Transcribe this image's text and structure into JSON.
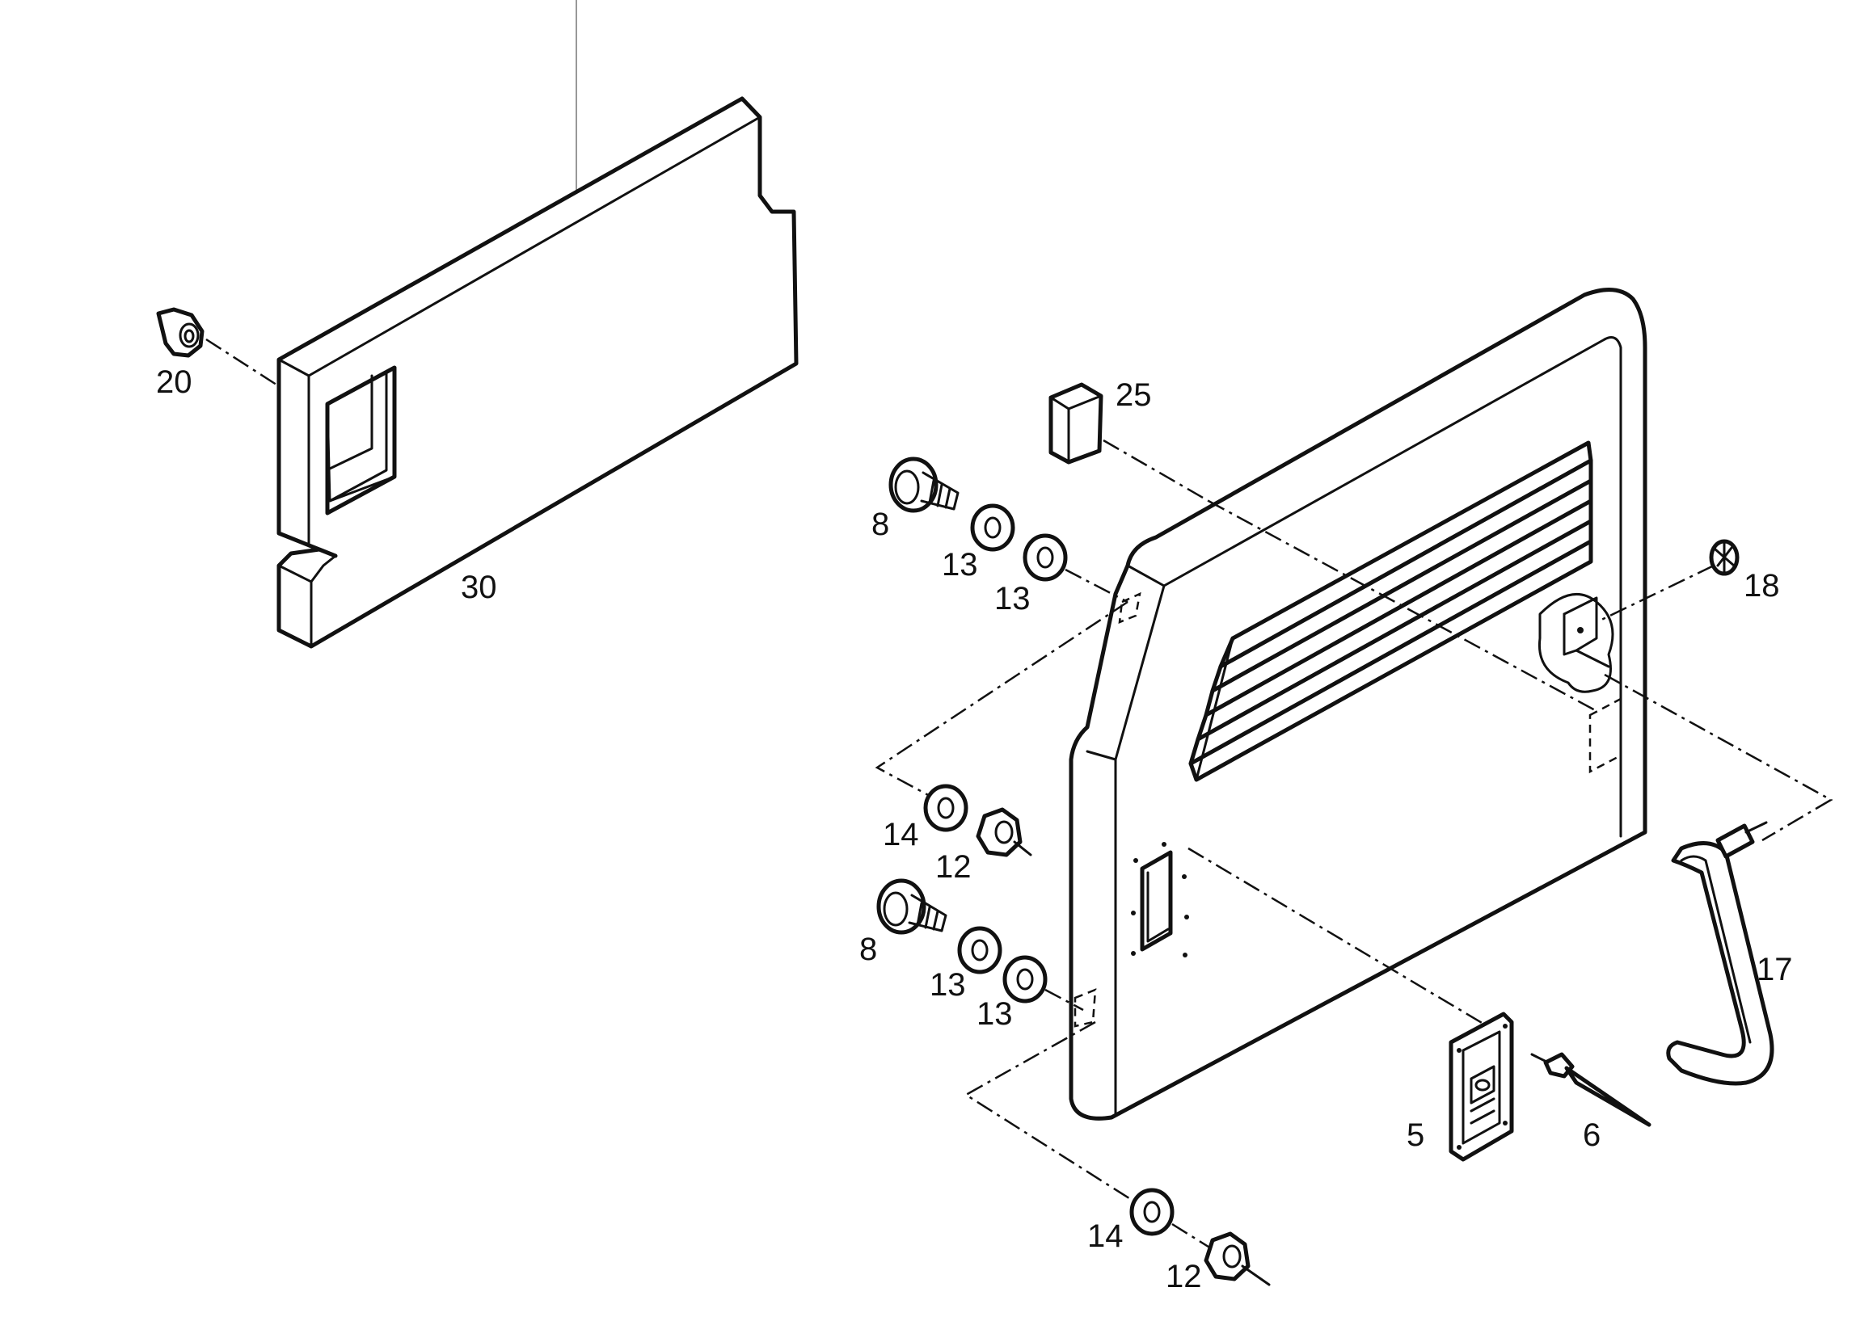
{
  "callouts": {
    "p20": "20",
    "p30": "30",
    "p25": "25",
    "p8a": "8",
    "p13a": "13",
    "p13b": "13",
    "p18": "18",
    "p14a": "14",
    "p12a": "12",
    "p8b": "8",
    "p13c": "13",
    "p13d": "13",
    "p17": "17",
    "p5": "5",
    "p6": "6",
    "p14b": "14",
    "p12b": "12"
  },
  "colors": {
    "line": "#111111",
    "background": "#ffffff"
  }
}
